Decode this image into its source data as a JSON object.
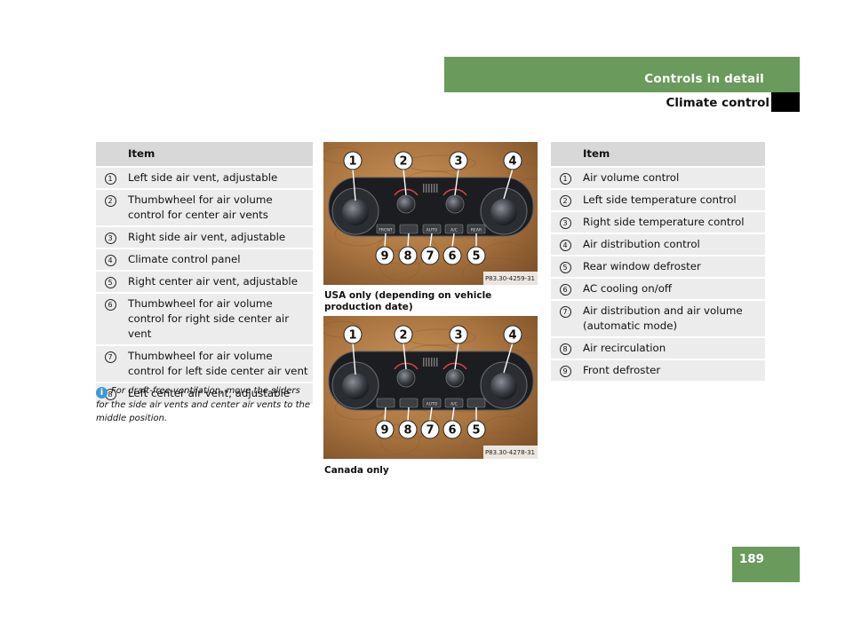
{
  "header": {
    "section": "Controls in detail",
    "subsection": "Climate control"
  },
  "page_number": "189",
  "left_table": {
    "header": "Item",
    "rows": [
      {
        "num": "1",
        "text": "Left side air vent, adjustable"
      },
      {
        "num": "2",
        "text": "Thumbwheel for air volume control for center air vents"
      },
      {
        "num": "3",
        "text": "Right side air vent, adjustable"
      },
      {
        "num": "4",
        "text": "Climate control panel"
      },
      {
        "num": "5",
        "text": "Right center air vent, adjustable"
      },
      {
        "num": "6",
        "text": "Thumbwheel for air volume control for right side center air vent"
      },
      {
        "num": "7",
        "text": "Thumbwheel for air volume control for left side center air vent"
      },
      {
        "num": "8",
        "text": "Left center air vent, adjustable"
      }
    ]
  },
  "note": "For draft-free ventilation, move the sliders for the side air vents and center air vents to the middle position.",
  "photos": [
    {
      "caption": "USA only (depending on vehicle production date)",
      "code": "P83.30-4259-31",
      "callouts_top": [
        "1",
        "2",
        "3",
        "4"
      ],
      "callouts_bottom": [
        "9",
        "8",
        "7",
        "6",
        "5"
      ],
      "button_labels": [
        "FRONT",
        "",
        "AUTO",
        "A/C",
        "REAR"
      ]
    },
    {
      "caption": "Canada only",
      "code": "P83.30-4278-31",
      "callouts_top": [
        "1",
        "2",
        "3",
        "4"
      ],
      "callouts_bottom": [
        "9",
        "8",
        "7",
        "6",
        "5"
      ],
      "button_labels": [
        "",
        "",
        "AUTO",
        "A/C",
        ""
      ]
    }
  ],
  "right_table": {
    "header": "Item",
    "rows": [
      {
        "num": "1",
        "text": "Air volume control"
      },
      {
        "num": "2",
        "text": "Left side temperature control"
      },
      {
        "num": "3",
        "text": "Right side temperature control"
      },
      {
        "num": "4",
        "text": "Air distribution control"
      },
      {
        "num": "5",
        "text": "Rear window defroster"
      },
      {
        "num": "6",
        "text": "AC cooling on/off"
      },
      {
        "num": "7",
        "text": "Air distribution and air volume (automatic mode)"
      },
      {
        "num": "8",
        "text": "Air recirculation"
      },
      {
        "num": "9",
        "text": "Front defroster"
      }
    ]
  },
  "colors": {
    "accent": "#6a9a5c",
    "table_header": "#d8d8d8",
    "table_row": "#ececec",
    "info": "#3a9ad9"
  }
}
